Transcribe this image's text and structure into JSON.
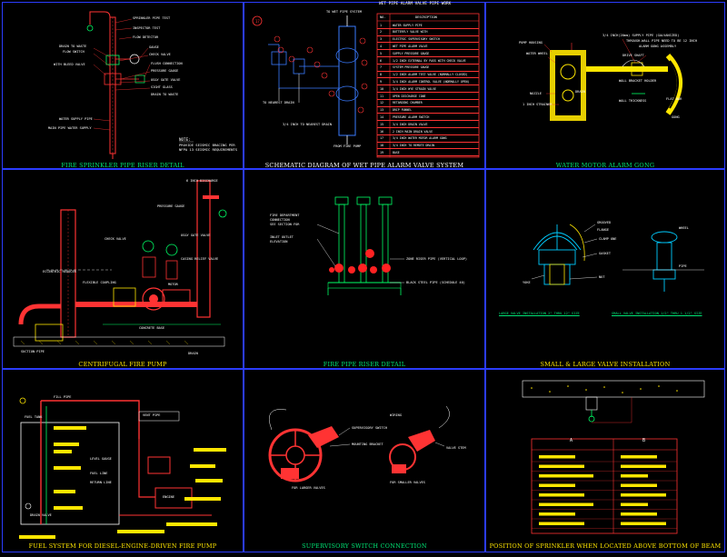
{
  "drawing": {
    "panels": [
      {
        "id": "p1",
        "caption": "FIRE SPRINKLER PIPE RISER DETAIL",
        "caption_color": "#00e676"
      },
      {
        "id": "p2",
        "caption": "SCHEMATIC DIAGRAM OF WET PIPE ALARM VALVE SYSTEM",
        "caption_color": "#ffffff"
      },
      {
        "id": "p3",
        "caption": "WATER MOTOR ALARM GONG",
        "caption_color": "#00e676"
      },
      {
        "id": "p4",
        "caption": "CENTRIFUGAL FIRE PUMP",
        "caption_color": "#ffe600"
      },
      {
        "id": "p5",
        "caption": "FIRE PIPE RISER DETAIL",
        "caption_color": "#00e676"
      },
      {
        "id": "p6",
        "caption": "SMALL & LARGE VALVE INSTALLATION",
        "caption_color": "#ffe600"
      },
      {
        "id": "p7",
        "caption": "FUEL SYSTEM FOR DIESEL-ENGINE-DRIVEN FIRE PUMP",
        "caption_color": "#ffe600"
      },
      {
        "id": "p8",
        "caption": "SUPERVISORY SWITCH CONNECTION",
        "caption_color": "#00e676"
      },
      {
        "id": "p9",
        "caption": "POSITION OF SPRINKLER WHEN LOCATED ABOVE BOTTOM OF BEAM",
        "caption_color": "#ffe600"
      }
    ],
    "riser": {
      "labels_left": [
        "DRAIN TO WASTE",
        "FLOW SWITCH",
        "WITH BLEED VALVE",
        "WATER SUPPLY PIPE",
        "MAIN PIPE WATER SUPPLY"
      ],
      "labels_right": [
        "SPRINKLER PIPE TEST",
        "INSPECTOR TEST",
        "FLOW DETECTOR",
        "GAUGE",
        "CHECK VALVE",
        "FLUSH CONNECTION",
        "PRESSURE GAUGE",
        "OS&Y GATE VALVE",
        "SIGHT GLASS",
        "DRAIN TO WASTE"
      ],
      "note_title": "NOTE:",
      "note_lines": [
        "PROVIDE SEISMIC BRACING PER",
        "NFPA 13 SEISMIC REQUIREMENTS"
      ]
    },
    "alarm_valve": {
      "table_title": "WET PIPE ALARM VALVE PIPE WORK",
      "col_no": "NO.",
      "col_desc": "DESCRIPTION",
      "rows": [
        {
          "no": "1",
          "desc": "WATER SUPPLY PIPE"
        },
        {
          "no": "2",
          "desc": "BUTTERFLY VALVE WITH"
        },
        {
          "no": "3",
          "desc": "ELECTRIC SUPERVISORY SWITCH"
        },
        {
          "no": "4",
          "desc": "WET PIPE ALARM VALVE"
        },
        {
          "no": "5",
          "desc": "SUPPLY PRESSURE GAUGE"
        },
        {
          "no": "6",
          "desc": "1/2 INCH EXTERNAL BY PASS WITH CHECK VALVE"
        },
        {
          "no": "7",
          "desc": "SYSTEM PRESSURE GAUGE"
        },
        {
          "no": "8",
          "desc": "1/2 INCH ALARM TEST VALVE (NORMALLY CLOSED)"
        },
        {
          "no": "9",
          "desc": "3/4 INCH ALARM CONTROL VALVE (NORMALLY OPEN)"
        },
        {
          "no": "10",
          "desc": "3/4 INCH WYE STRAIN VALVE"
        },
        {
          "no": "11",
          "desc": "OPEN DISCHARGE CONE"
        },
        {
          "no": "12",
          "desc": "RETARDING CHAMBER"
        },
        {
          "no": "13",
          "desc": "DRIP FUNNEL"
        },
        {
          "no": "14",
          "desc": "PRESSURE ALARM SWITCH"
        },
        {
          "no": "15",
          "desc": "3/4 INCH DRAIN VALVE"
        },
        {
          "no": "16",
          "desc": "2 INCH MAIN DRAIN VALVE"
        },
        {
          "no": "17",
          "desc": "3/4 INCH WATER MOTOR ALARM GONG"
        },
        {
          "no": "18",
          "desc": "3/4 INCH TO REMOTE DRAIN"
        },
        {
          "no": "19",
          "desc": "BASE"
        }
      ],
      "labels": [
        "TO WET PIPE SYSTEM",
        "TO NEAREST DRAIN",
        "FROM FIRE PUMP",
        "3/4 INCH TO NEAREST DRAIN"
      ]
    },
    "gong": {
      "labels_left": [
        "PUMP HOUSING",
        "WATER WHEEL",
        "NOZZLE",
        "1 INCH STRAINER"
      ],
      "labels_right": [
        "3/4 INCH(20mm) SUPPLY PIPE (GALVANIZED)",
        "THROUGH-WALL PIPE NEED TO BE 12 INCH",
        "ALARM GONG ASSEMBLY",
        "DRIVE SHAFT",
        "WALL BRACKET HOLDER",
        "WALL THICKNESS",
        "FLAT BAR",
        "DRAIN",
        "GONG"
      ]
    },
    "pump": {
      "labels": [
        "6 INCH DISCHARGE",
        "PRESSURE GAUGE",
        "CHECK VALVE",
        "OS&Y GATE VALVE",
        "ECCENTRIC REDUCER",
        "FLEXIBLE COUPLING",
        "CONCRETE BASE",
        "SUCTION PIPE",
        "MOTOR",
        "CASING RELIEF VALVE",
        "DRAIN"
      ]
    },
    "fire_riser": {
      "note_lines": [
        "FIRE DEPARTMENT",
        "CONNECTION",
        "SEE SECTION FOR",
        "INLET OUTLET",
        "ELEVATION"
      ],
      "label": "ZONE RISER PIPE (VERTICAL LOOP)",
      "label2": "BLACK STEEL PIPE (SCHEDULE 40)"
    },
    "valve_install": {
      "captions": [
        "LARGE VALVE INSTALLATION 2\" THRU 12\" SIZE",
        "SMALL VALVE INSTALLATION 1/2\" THRU 1 1/2\" SIZE"
      ],
      "labels": [
        "GROOVED",
        "FLANGE",
        "CLAMP ONE",
        "GASKET",
        "NUT",
        "YOKE",
        "WHEEL",
        "PIPE"
      ]
    },
    "fuel": {
      "labels": [
        "FUEL TANK",
        "FILL PIPE",
        "VENT PIPE",
        "FUEL LINE",
        "RETURN LINE",
        "ENGINE",
        "DRAIN VALVE",
        "LEVEL GAUGE"
      ]
    },
    "switch": {
      "labels": [
        "SUPERVISORY SWITCH",
        "WIRING",
        "MOUNTING BRACKET",
        "VALVE STEM",
        "FOR LARGER VALVES",
        "FOR SMALLER VALVES"
      ]
    },
    "sprinkler_beam": {
      "table_head": [
        "A",
        "B"
      ],
      "rows": 8
    }
  }
}
